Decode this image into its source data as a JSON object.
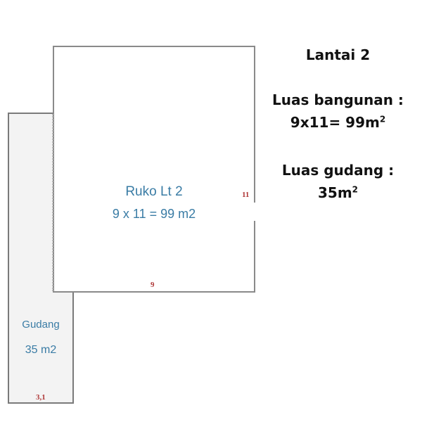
{
  "floor_plan": {
    "ruko": {
      "title": "Ruko Lt 2",
      "area": "9 x 11 = 99 m2",
      "width_label": "9",
      "length_label": "11"
    },
    "gudang": {
      "title": "Gudang",
      "area": "35 m2",
      "width_label": "3,1"
    }
  },
  "info": {
    "title": "Lantai 2",
    "building_area_label": "Luas bangunan :",
    "building_area_value": "9x11= 99m",
    "warehouse_area_label": "Luas gudang :",
    "warehouse_area_value": "35m",
    "unit_superscript": "2"
  },
  "colors": {
    "room_label": "#3a7ca5",
    "dimension_label": "#b03a3a",
    "wall": "#7a7a7a",
    "gudang_fill": "#f3f3f3"
  }
}
